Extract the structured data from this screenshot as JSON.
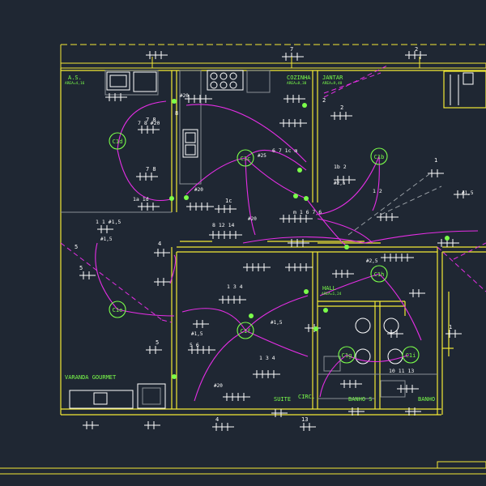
{
  "colors": {
    "background": "#1f2733",
    "walls": "#f4ea35",
    "circuits": "#e62ee6",
    "devices": "#7bff4a",
    "labels": "#ffffff",
    "gray": "#8a8f96",
    "dash_gray": "#9aa0a6"
  },
  "rooms": [
    {
      "id": "as",
      "name": "A.S.",
      "sub": "AREA=4,16"
    },
    {
      "id": "cozinha",
      "name": "COZINHA",
      "sub": "AREA=8,38"
    },
    {
      "id": "jantar",
      "name": "JANTAR",
      "sub": "AREA=9,48"
    },
    {
      "id": "varanda",
      "name": "VARANDA GOURMET",
      "sub": ""
    },
    {
      "id": "hall",
      "name": "HALL",
      "sub": "AREA=1,24"
    },
    {
      "id": "suite",
      "name": "SUITE",
      "sub": ""
    },
    {
      "id": "circ",
      "name": "CIRC.",
      "sub": ""
    },
    {
      "id": "banho_s",
      "name": "BANHO S",
      "sub": ""
    },
    {
      "id": "banho",
      "name": "BANHO",
      "sub": ""
    }
  ],
  "circuits": [
    "C1d",
    "C1b",
    "C1c",
    "C1e",
    "C1f",
    "C1h",
    "C1g",
    "C1i"
  ],
  "circuit_labels": [
    "7",
    "2",
    "7 8",
    "7 8",
    "1c",
    "5",
    "5",
    "5",
    "4",
    "4",
    "8",
    "1",
    "1",
    "13",
    "2",
    "2"
  ],
  "wire_labels": [
    "#20",
    "#25",
    "#20",
    "#20",
    "#20",
    "#2,5",
    "#1,5",
    "#1,5",
    "#1,5",
    "#2,5",
    "#1,5"
  ],
  "annotations": [
    "7 8 #20",
    "1a 1d",
    "1 1 #1,5",
    "6 7 1c m",
    "1b 2",
    "m 1 6 7 6",
    "8 12 14",
    "1 3 4",
    "1 3 4",
    "10 11 13",
    "5 6",
    "1 2"
  ]
}
